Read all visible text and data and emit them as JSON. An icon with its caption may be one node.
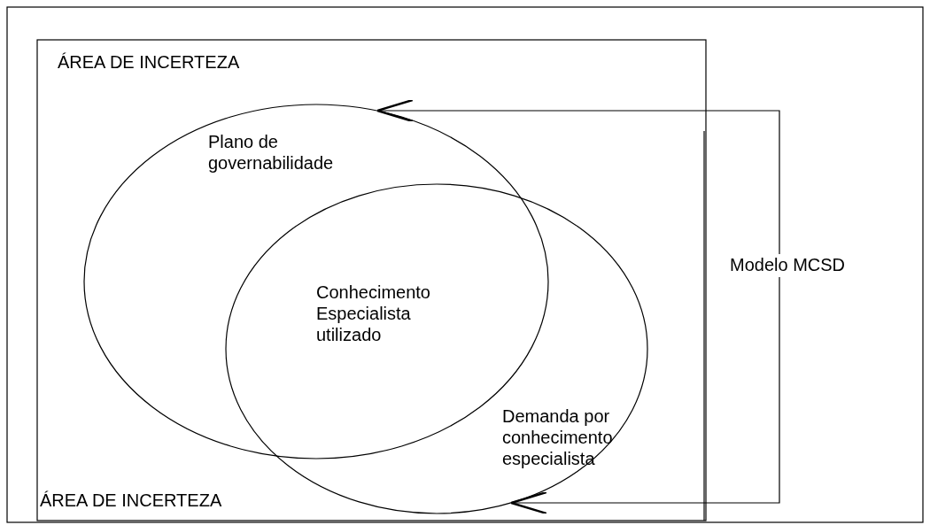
{
  "diagram": {
    "nodes": [
      {
        "text": [
          "ÁREA DE INCERTEZA",
          "ÁREA DE INCERTEZA"
        ]
      },
      {
        "text": [
          "Plano de governabilidade"
        ],
        "in": 0
      },
      {
        "text": [
          "Demanda por conhecimento especialista"
        ],
        "in": 0
      },
      {
        "text": [
          "Modelo MCSD"
        ]
      }
    ],
    "edges": [
      {
        "from": 3,
        "to": 1,
        "arrow": "to"
      },
      {
        "from": 3,
        "to": 2,
        "arrow": "to"
      }
    ],
    "labels": [
      "Conhecimento Especialista utilizado"
    ]
  }
}
